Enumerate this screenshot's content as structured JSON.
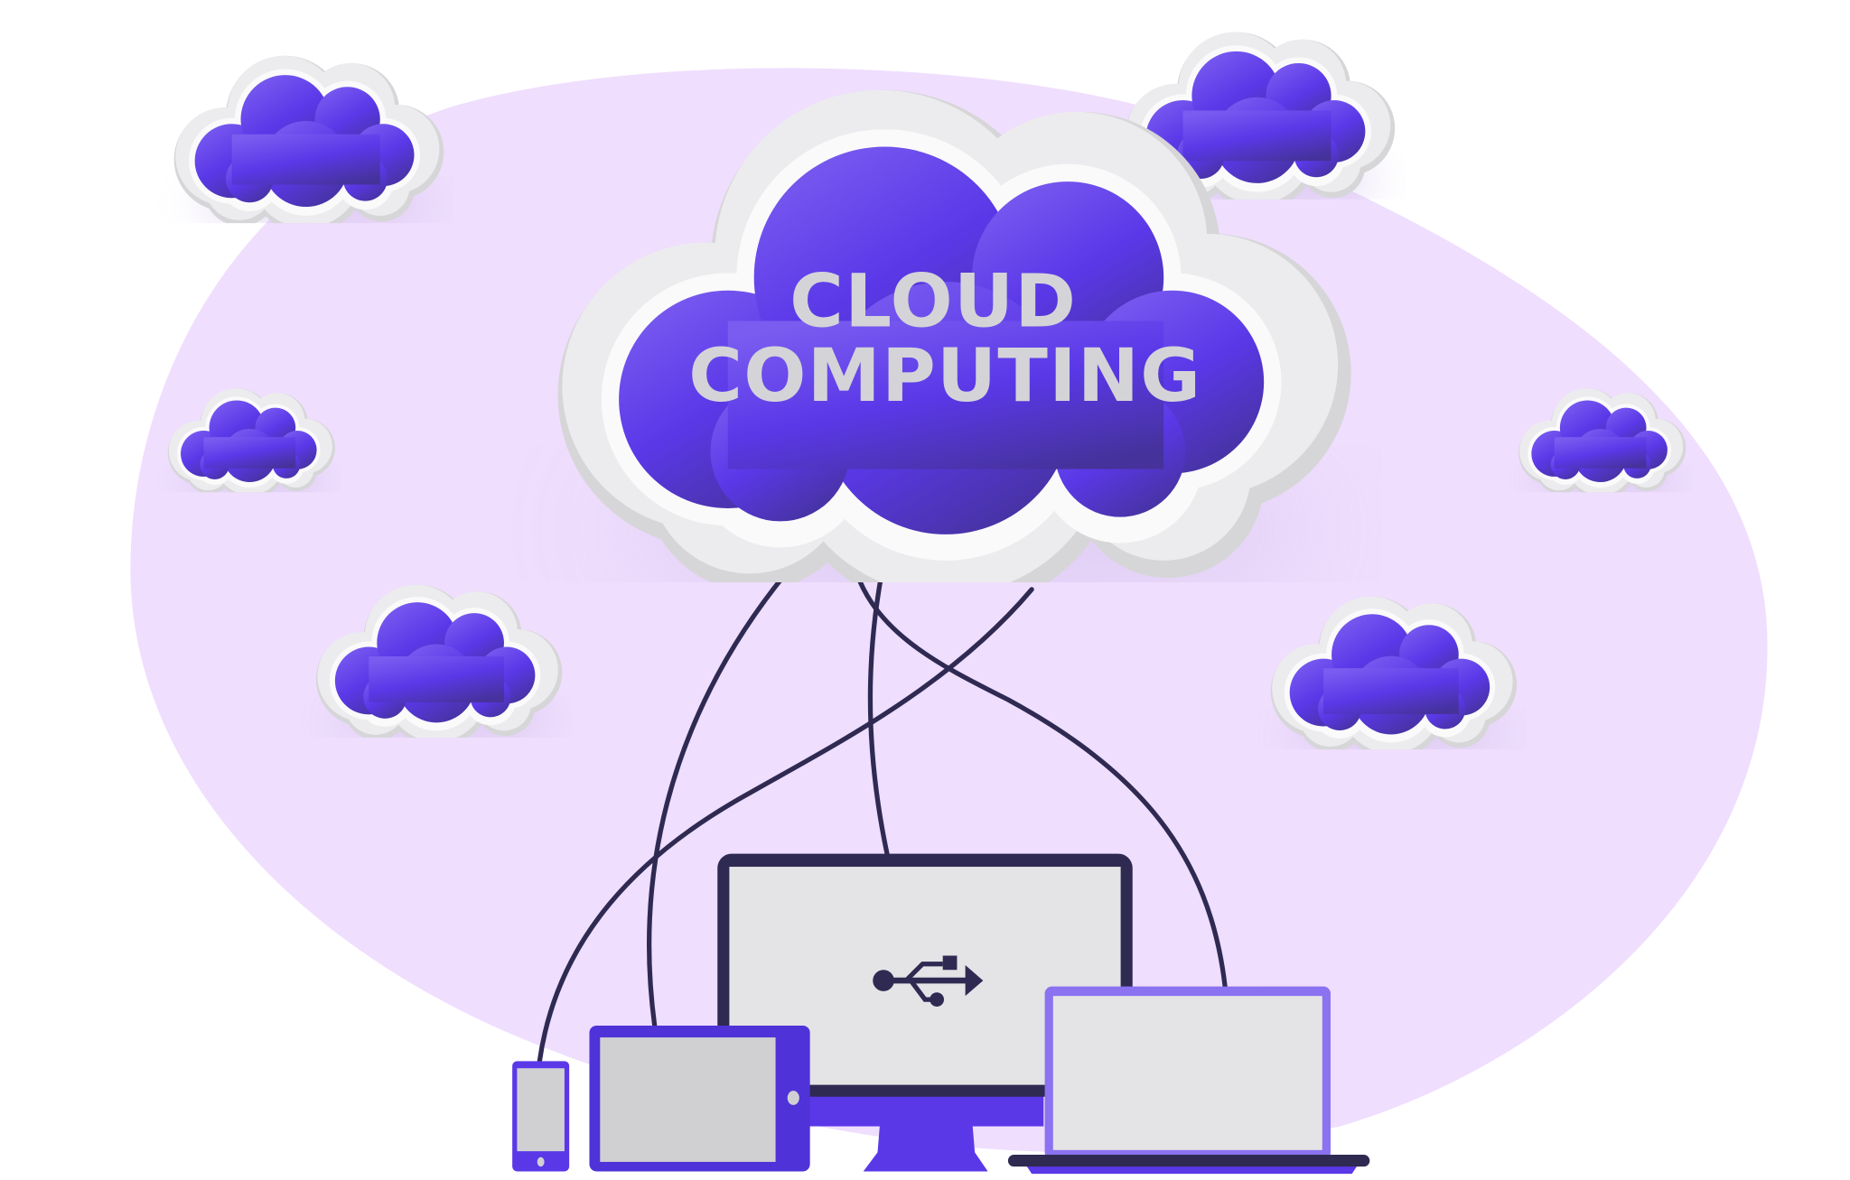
{
  "illustration": {
    "title_line_1": "CLOUD",
    "title_line_2": "COMPUTING",
    "central_icon": "usb-icon",
    "devices": [
      "smartphone",
      "tablet",
      "desktop-monitor",
      "laptop"
    ],
    "colors": {
      "background_blob": "#efdefd",
      "cloud_purple_light": "#7a5cf0",
      "cloud_purple_mid": "#5a38e8",
      "cloud_purple_dark": "#45329a",
      "cloud_outline_grey": "#e4e4e6",
      "title_text": "#d4d4d8",
      "cable": "#2f2a52",
      "device_purple": "#5a38e8",
      "laptop_purple": "#8b72f0",
      "screen_grey": "#e4e4e6"
    }
  }
}
